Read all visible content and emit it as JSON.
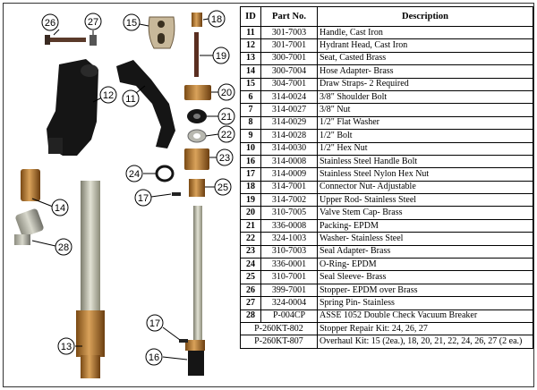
{
  "callouts": [
    "26",
    "27",
    "15",
    "18",
    "19",
    "12",
    "11",
    "20",
    "21",
    "22",
    "23",
    "24",
    "25",
    "17",
    "14",
    "28",
    "13",
    "17",
    "16"
  ],
  "table": {
    "headers": [
      "ID",
      "Part No.",
      "Description"
    ],
    "rows": [
      {
        "id": "11",
        "part": "301-7003",
        "desc": "Handle, Cast Iron"
      },
      {
        "id": "12",
        "part": "301-7001",
        "desc": "Hydrant Head, Cast Iron"
      },
      {
        "id": "13",
        "part": "300-7001",
        "desc": "Seat, Casted Brass"
      },
      {
        "id": "14",
        "part": "300-7004",
        "desc": "Hose Adapter- Brass"
      },
      {
        "id": "15",
        "part": "304-7001",
        "desc": "Draw Straps- 2 Required"
      },
      {
        "id": "6",
        "part": "314-0024",
        "desc": "3/8\" Shoulder Bolt"
      },
      {
        "id": "7",
        "part": "314-0027",
        "desc": "3/8\" Nut"
      },
      {
        "id": "8",
        "part": "314-0029",
        "desc": "1/2\" Flat Washer"
      },
      {
        "id": "9",
        "part": "314-0028",
        "desc": "1/2\" Bolt"
      },
      {
        "id": "10",
        "part": "314-0030",
        "desc": "1/2\" Hex Nut"
      },
      {
        "id": "16",
        "part": "314-0008",
        "desc": "Stainless Steel Handle Bolt"
      },
      {
        "id": "17",
        "part": "314-0009",
        "desc": "Stainless Steel Nylon Hex Nut"
      },
      {
        "id": "18",
        "part": "314-7001",
        "desc": "Connector Nut- Adjustable"
      },
      {
        "id": "19",
        "part": "314-7002",
        "desc": "Upper Rod- Stainless Steel"
      },
      {
        "id": "20",
        "part": "310-7005",
        "desc": "Valve Stem Cap- Brass"
      },
      {
        "id": "21",
        "part": "336-0008",
        "desc": "Packing- EPDM"
      },
      {
        "id": "22",
        "part": "324-1003",
        "desc": "Washer- Stainless Steel"
      },
      {
        "id": "23",
        "part": "310-7003",
        "desc": "Seal Adapter- Brass"
      },
      {
        "id": "24",
        "part": "336-0001",
        "desc": "O-Ring- EPDM"
      },
      {
        "id": "25",
        "part": "310-7001",
        "desc": "Seal Sleeve- Brass"
      },
      {
        "id": "26",
        "part": "399-7001",
        "desc": "Stopper- EPDM over Brass"
      },
      {
        "id": "27",
        "part": "324-0004",
        "desc": "Spring Pin- Stainless"
      },
      {
        "id": "28",
        "part": "P-004CP",
        "desc": "ASSE 1052 Double Check Vacuum Breaker"
      }
    ],
    "kits": [
      {
        "part": "P-260KT-802",
        "desc": "Stopper Repair Kit: 24, 26, 27"
      },
      {
        "part": "P-260KT-807",
        "desc": "Overhaul Kit: 15 (2ea.), 18, 20, 21, 22, 24, 26, 27 (2 ea.)"
      }
    ]
  }
}
